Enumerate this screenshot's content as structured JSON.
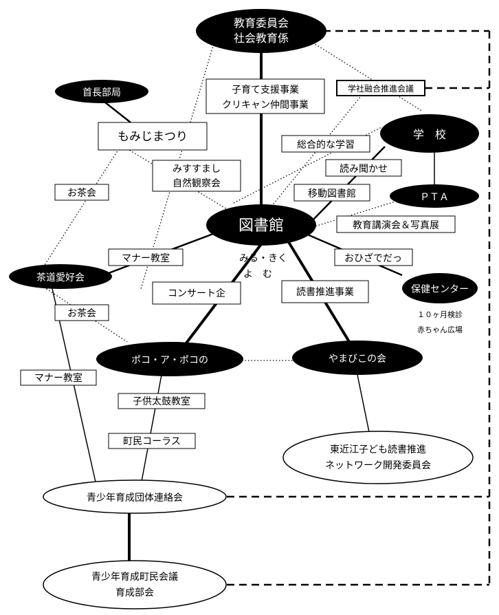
{
  "nodes": {
    "kyoiku_iinkai": [
      "教育委員会",
      "社会教育係"
    ],
    "shucho_bukyoku": [
      "首長部局"
    ],
    "gakko": [
      "学　校"
    ],
    "pta": [
      "ＰＴＡ"
    ],
    "toshokan": [
      "図書館"
    ],
    "sado_aikokai": [
      "茶道愛好会"
    ],
    "hoken_center": [
      "保健センター"
    ],
    "poko": [
      "ポコ・ア・ポコの"
    ],
    "yamabiko": [
      "やまびこの会"
    ],
    "higashiomi_network": [
      "東近江子ども読書推進",
      "ネットワーク開発委員会"
    ],
    "seishonen_renrakukai": [
      "青少年育成団体連絡会"
    ],
    "seishonen_chomin_kaigi": [
      "青少年育成町民会議",
      "育成部会"
    ]
  },
  "boxes": {
    "kosodate": [
      "子育て支援事業",
      "クリキャン仲間事業"
    ],
    "gakusha_yugo": [
      "学社融合推進会議"
    ],
    "momiji": [
      "もみじまつり"
    ],
    "sogoteki": [
      "総合的な学習"
    ],
    "misusumashi": [
      "みすすまし",
      "自然観察会"
    ],
    "yomikikase": [
      "読み聞かせ"
    ],
    "ocha_1": [
      "お茶会"
    ],
    "ido_toshokan": [
      "移動図書館"
    ],
    "kyoiku_koenkai": [
      "教育講演会＆写真展"
    ],
    "manner_1": [
      "マナー教室"
    ],
    "ohiza": [
      "おひざでだっ"
    ],
    "ocha_2": [
      "お茶会"
    ],
    "concert": [
      "コンサート企"
    ],
    "dokusho_suishin": [
      "読書推進事業"
    ],
    "manner_2": [
      "マナー教室"
    ],
    "kodomo_taiko": [
      "子供太鼓教室"
    ],
    "chomin_chorus": [
      "町民コーラス"
    ]
  },
  "texts": {
    "miru_kiku": [
      "みる・きく",
      "よ　む"
    ],
    "kenshin": [
      "１０ヶ月検診",
      "赤ちゃん広場"
    ]
  }
}
